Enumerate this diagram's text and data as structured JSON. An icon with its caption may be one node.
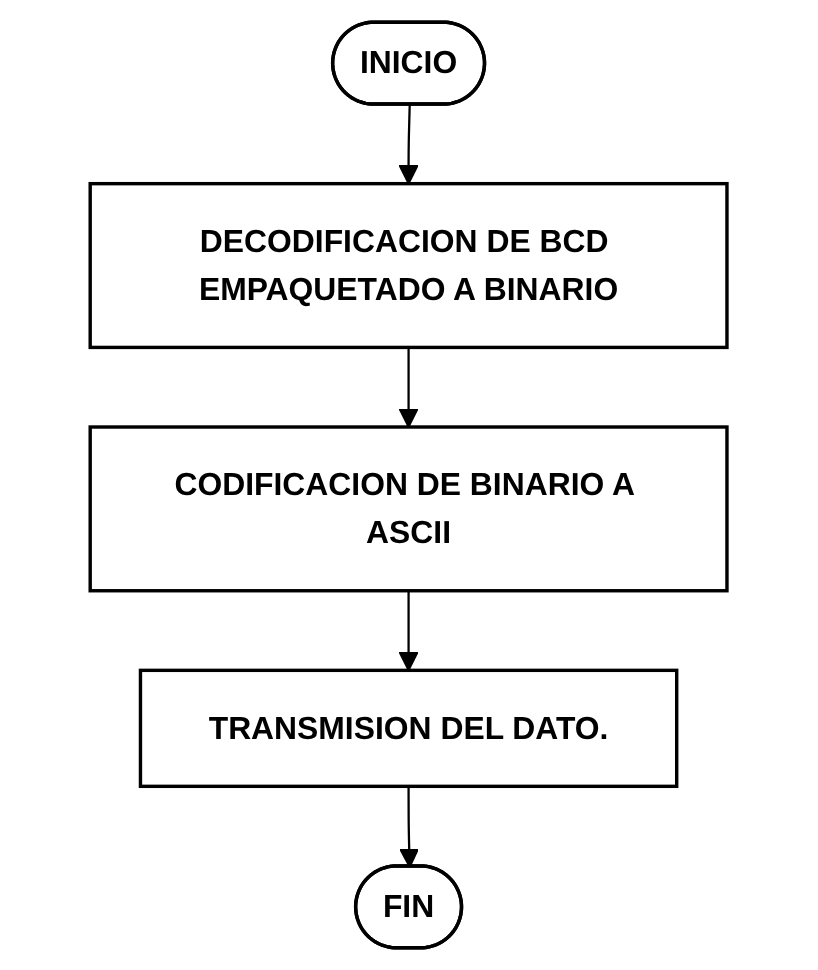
{
  "diagram": {
    "nodes": [
      {
        "text": [
          "INICIO"
        ]
      },
      {
        "text": [
          "DECODIFICACION DE BCD EMPAQUETADO A BINARIO"
        ]
      },
      {
        "text": [
          "CODIFICACION DE BINARIO A ASCII"
        ]
      },
      {
        "text": [
          "TRANSMISION DEL DATO."
        ]
      },
      {
        "text": [
          "FIN"
        ]
      }
    ],
    "edges": [
      {
        "from": 0,
        "to": 1,
        "arrow": "to"
      },
      {
        "from": 1,
        "to": 2,
        "arrow": "to"
      },
      {
        "from": 2,
        "to": 3,
        "arrow": "to"
      },
      {
        "from": 3,
        "to": 4,
        "arrow": "to"
      }
    ]
  }
}
